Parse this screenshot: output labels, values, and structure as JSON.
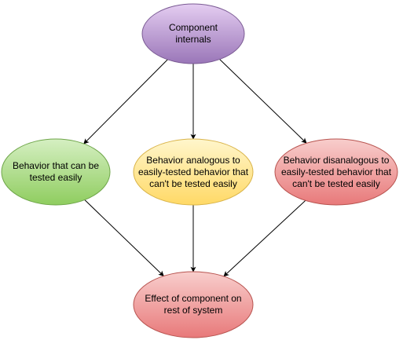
{
  "nodes": {
    "component_internals": {
      "label": "Component\ninternals",
      "fill_top": "#e4cdf1",
      "fill_bottom": "#9a76b8",
      "stroke": "#7a5a93"
    },
    "behavior_easy": {
      "label": "Behavior that can be tested easily",
      "fill_top": "#d5efc2",
      "fill_bottom": "#8fcd5f",
      "stroke": "#6fa64a"
    },
    "behavior_analogous": {
      "label": "Behavior analogous to easily-tested behavior that can't be tested easily",
      "fill_top": "#fff6cc",
      "fill_bottom": "#ffd966",
      "stroke": "#d9b44a"
    },
    "behavior_disanalogous": {
      "label": "Behavior disanalogous to easily-tested behavior that can't be tested easily",
      "fill_top": "#f8cecc",
      "fill_bottom": "#e8797a",
      "stroke": "#b85450"
    },
    "effect_on_system": {
      "label": "Effect of component on rest of system",
      "fill_top": "#f8cecc",
      "fill_bottom": "#e8797a",
      "stroke": "#b85450"
    }
  },
  "edges": [
    {
      "from": "component_internals",
      "to": "behavior_easy"
    },
    {
      "from": "component_internals",
      "to": "behavior_analogous"
    },
    {
      "from": "component_internals",
      "to": "behavior_disanalogous"
    },
    {
      "from": "behavior_easy",
      "to": "effect_on_system"
    },
    {
      "from": "behavior_analogous",
      "to": "effect_on_system"
    },
    {
      "from": "behavior_disanalogous",
      "to": "effect_on_system"
    }
  ]
}
